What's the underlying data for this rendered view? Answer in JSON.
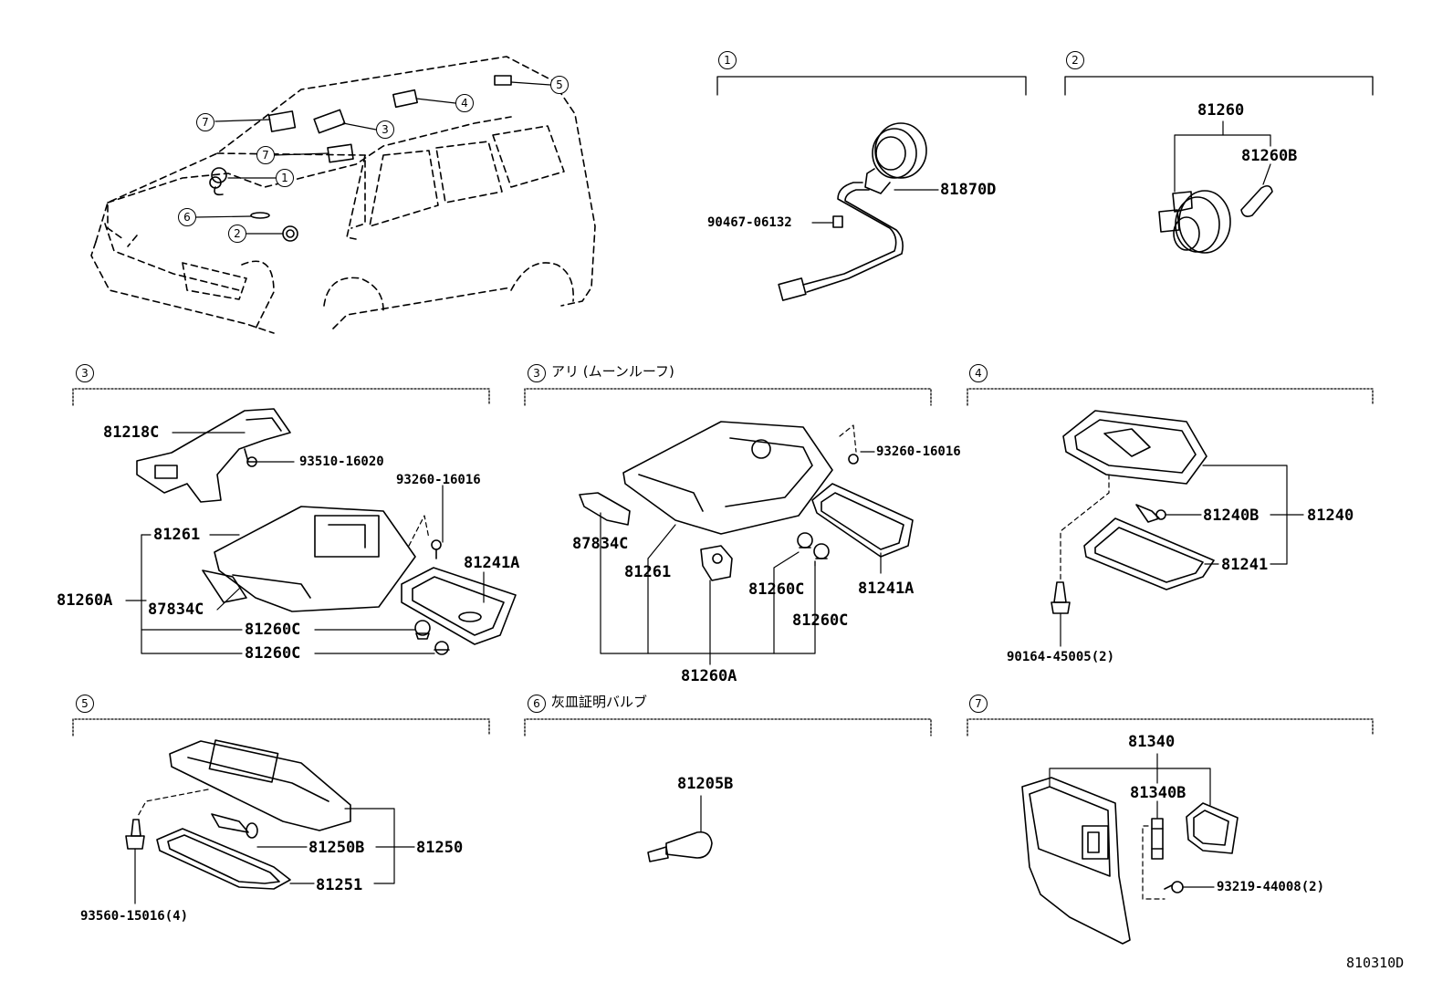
{
  "callouts": {
    "c1": "1",
    "c2": "2",
    "c3": "3",
    "c4": "4",
    "c5": "5",
    "c6": "6",
    "c7": "7"
  },
  "sections": {
    "s1": {
      "num": "1",
      "caption": ""
    },
    "s2": {
      "num": "2",
      "caption": ""
    },
    "s3": {
      "num": "3",
      "caption": ""
    },
    "s3b": {
      "num": "3",
      "caption": "アリ (ムーンルーフ)"
    },
    "s4": {
      "num": "4",
      "caption": ""
    },
    "s5": {
      "num": "5",
      "caption": ""
    },
    "s6": {
      "num": "6",
      "caption": "灰皿証明バルブ"
    },
    "s7": {
      "num": "7",
      "caption": ""
    }
  },
  "labels": {
    "p81870D": "81870D",
    "p90467": "90467-06132",
    "p81260": "81260",
    "p81260B": "81260B",
    "p81218C": "81218C",
    "p93510": "93510-16020",
    "p93260a": "93260-16016",
    "p81261a": "81261",
    "p81241Aa": "81241A",
    "p81260Aa": "81260A",
    "p87834Ca": "87834C",
    "p81260Ca1": "81260C",
    "p81260Ca2": "81260C",
    "p93260b": "93260-16016",
    "p87834Cb": "87834C",
    "p81261b": "81261",
    "p81260Cb1": "81260C",
    "p81241Ab": "81241A",
    "p81260Cb2": "81260C",
    "p81260Ab": "81260A",
    "p81240B": "81240B",
    "p81240": "81240",
    "p81241": "81241",
    "p90164": "90164-45005(2)",
    "p81250B": "81250B",
    "p81250": "81250",
    "p81251": "81251",
    "p93560": "93560-15016(4)",
    "p81205B": "81205B",
    "p81340": "81340",
    "p81340B": "81340B",
    "p93219": "93219-44008(2)",
    "code": "810310D"
  }
}
